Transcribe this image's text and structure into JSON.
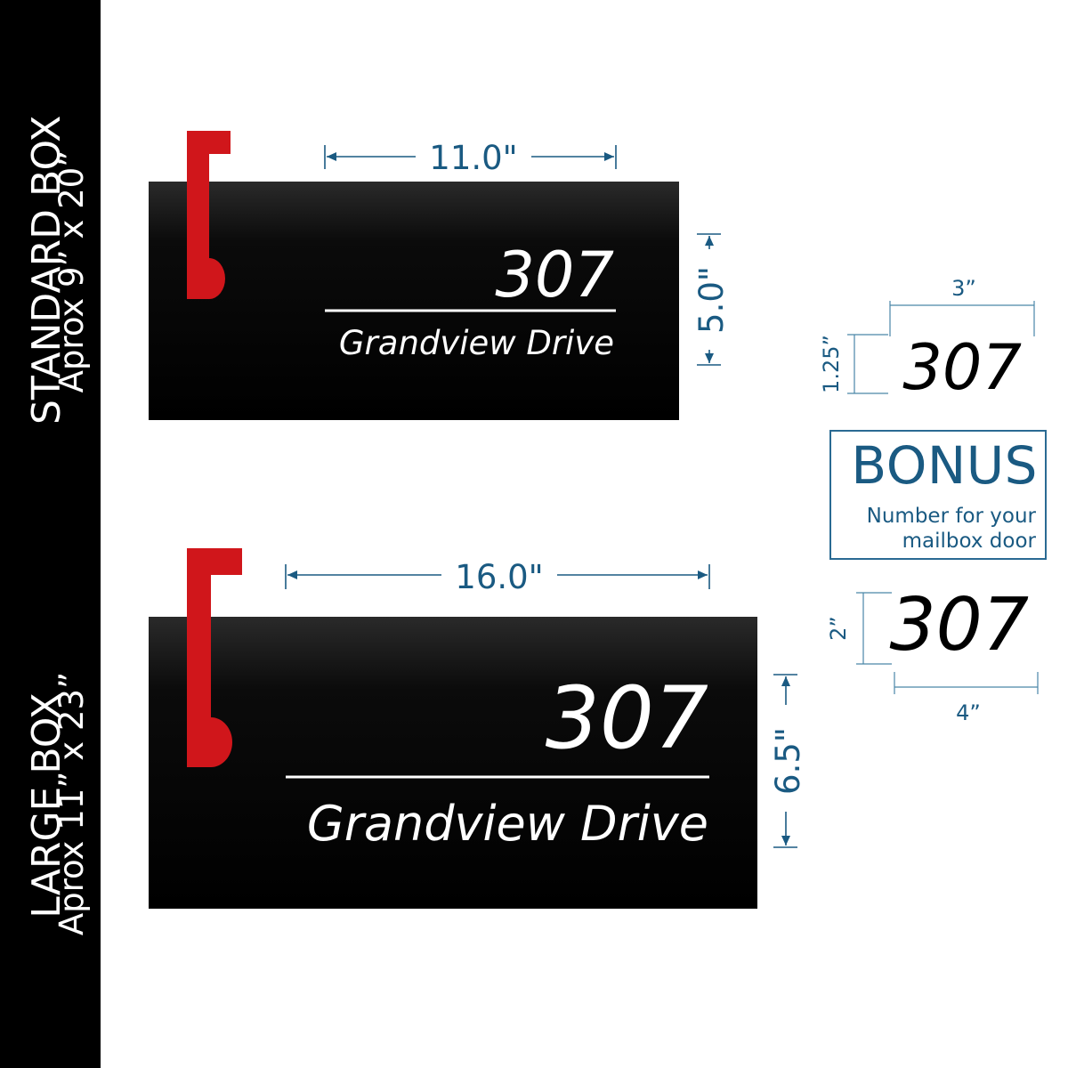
{
  "sidebar": {
    "standard": {
      "title": "STANDARD BOX",
      "subtitle": "Aprox 9” x 20”"
    },
    "large": {
      "title": "LARGE BOX",
      "subtitle": "Aprox 11” x 23”"
    }
  },
  "standard_box": {
    "number": "307",
    "street": "Grandview Drive",
    "width_label": "11.0\"",
    "height_label": "5.0\""
  },
  "large_box": {
    "number": "307",
    "street": "Grandview Drive",
    "width_label": "16.0\"",
    "height_label": "6.5\""
  },
  "door_small": {
    "number": "307",
    "width_label": "3”",
    "height_label": "1.25”"
  },
  "bonus": {
    "title": "BONUS",
    "line1": "Number for your",
    "line2": "mailbox door"
  },
  "door_large": {
    "number": "307",
    "width_label": "4”",
    "height_label": "2”"
  },
  "colors": {
    "band": "#000000",
    "mailbox": "#050505",
    "flag": "#d0161b",
    "dimension": "#1a5a82"
  }
}
